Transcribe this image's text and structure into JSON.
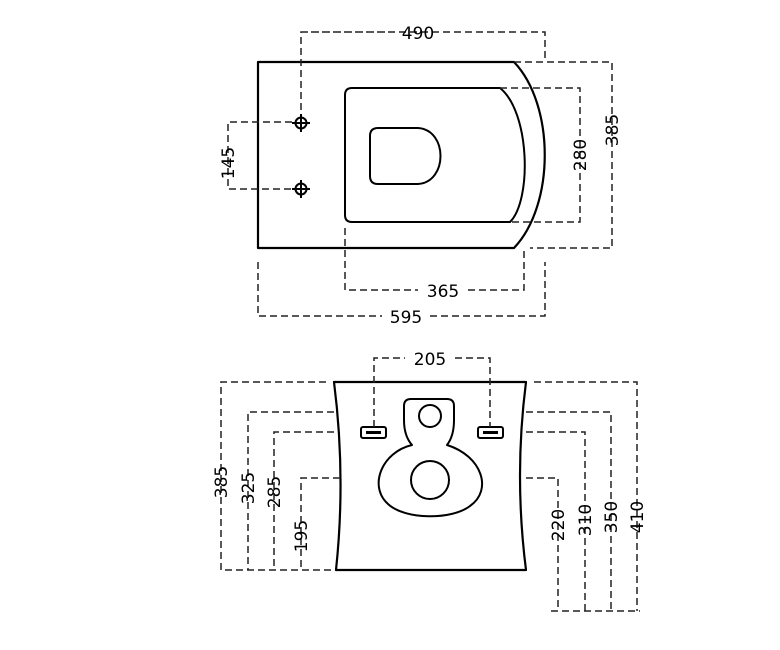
{
  "top_view": {
    "width_overall": "595",
    "width_bowl_to_fix": "490",
    "width_inner": "365",
    "depth_overall": "385",
    "depth_inner": "280",
    "fixing_spacing": "145"
  },
  "front_view": {
    "fixing_spacing": "205",
    "left_heights": [
      "385",
      "325",
      "285",
      "195"
    ],
    "right_heights": [
      "220",
      "310",
      "350",
      "410"
    ]
  }
}
